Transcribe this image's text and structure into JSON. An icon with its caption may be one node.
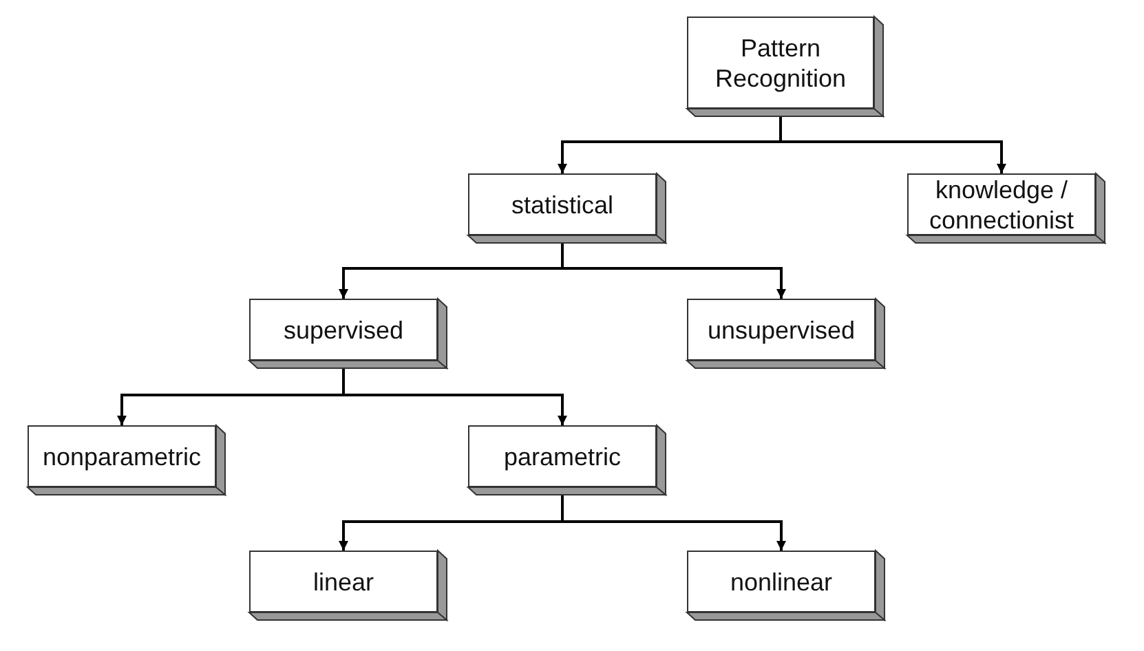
{
  "diagram": {
    "nodes": [
      {
        "text": [
          "Pattern Recognition"
        ]
      },
      {
        "text": [
          "statistical"
        ]
      },
      {
        "text": [
          "knowledge / connectionist"
        ]
      },
      {
        "text": [
          "supervised"
        ]
      },
      {
        "text": [
          "unsupervised"
        ]
      },
      {
        "text": [
          "nonparametric"
        ]
      },
      {
        "text": [
          "parametric"
        ]
      },
      {
        "text": [
          "linear"
        ]
      },
      {
        "text": [
          "nonlinear"
        ]
      }
    ],
    "edges": [
      {
        "from": 0,
        "to": 1,
        "arrow": "to"
      },
      {
        "from": 0,
        "to": 2,
        "arrow": "to"
      },
      {
        "from": 1,
        "to": 3,
        "arrow": "to"
      },
      {
        "from": 1,
        "to": 4,
        "arrow": "to"
      },
      {
        "from": 3,
        "to": 5,
        "arrow": "to"
      },
      {
        "from": 3,
        "to": 6,
        "arrow": "to"
      },
      {
        "from": 6,
        "to": 7,
        "arrow": "to"
      },
      {
        "from": 6,
        "to": 8,
        "arrow": "to"
      }
    ]
  }
}
